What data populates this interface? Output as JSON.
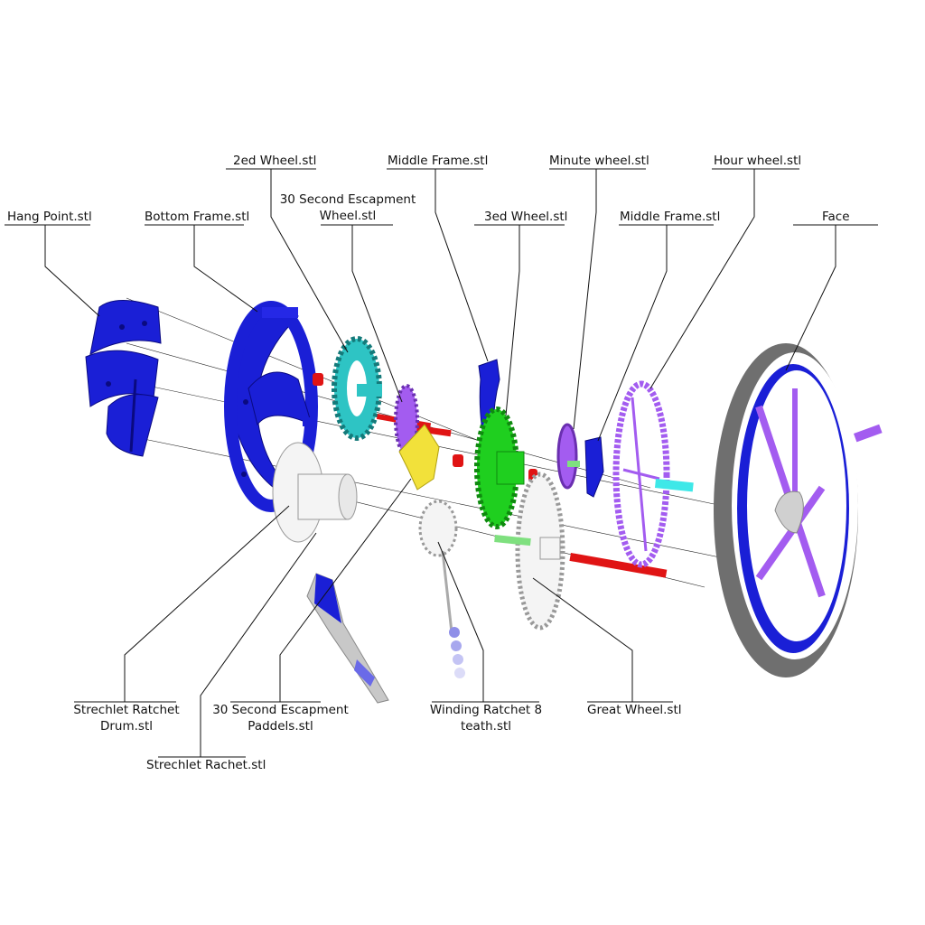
{
  "labels": {
    "hang_point": "Hang Point.stl",
    "bottom_frame": "Bottom Frame.stl",
    "second_wheel": "2ed Wheel.stl",
    "escapement_wheel_1": "30 Second Escapment",
    "escapement_wheel_2": "Wheel.stl",
    "middle_frame_top": "Middle Frame.stl",
    "third_wheel": "3ed Wheel.stl",
    "minute_wheel": "Minute wheel.stl",
    "middle_frame_right": "Middle Frame.stl",
    "hour_wheel": "Hour wheel.stl",
    "face": "Face",
    "ratchet_drum_1": "Strechlet Ratchet",
    "ratchet_drum_2": "Drum.stl",
    "paddels_1": "30 Second Escapment",
    "paddels_2": "Paddels.stl",
    "winding_ratchet_1": "Winding Ratchet 8",
    "winding_ratchet_2": "teath.stl",
    "great_wheel": "Great Wheel.stl",
    "strechlet_rachet": "Strechlet Rachet.stl"
  },
  "colors": {
    "blue_parts": "#1a1fd6",
    "cyan_wheel": "#2ec4c4",
    "purple_parts": "#a35cf0",
    "green_wheel": "#1fcf1f",
    "yellow_part": "#f2e13a",
    "red_pins": "#e01414",
    "white_parts": "#f4f4f4",
    "face_grey": "#6f6f6f"
  }
}
